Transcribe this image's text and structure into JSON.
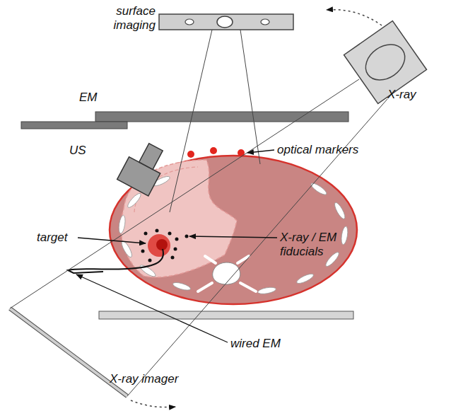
{
  "diagram": {
    "labels": [
      "surface imaging",
      "X-ray",
      "EM",
      "US",
      "optical markers",
      "target",
      "X-ray / EM fiducials",
      "wired EM",
      "X-ray imager"
    ]
  }
}
